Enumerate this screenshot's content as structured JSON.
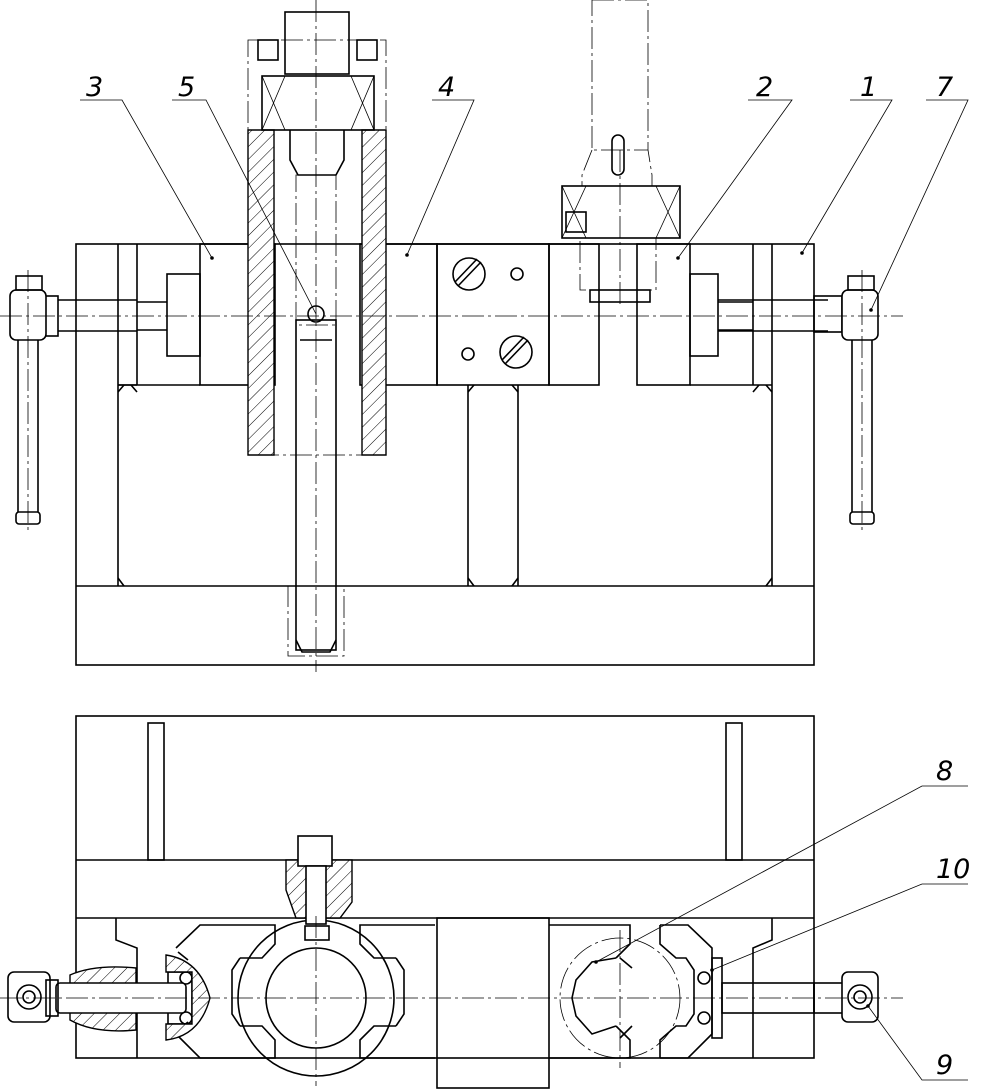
{
  "drawing": {
    "front_view": {
      "callouts": [
        {
          "id": "callout-3",
          "label": "3"
        },
        {
          "id": "callout-5",
          "label": "5"
        },
        {
          "id": "callout-4",
          "label": "4"
        },
        {
          "id": "callout-2",
          "label": "2"
        },
        {
          "id": "callout-1",
          "label": "1"
        },
        {
          "id": "callout-7",
          "label": "7"
        }
      ]
    },
    "top_view": {
      "callouts": [
        {
          "id": "callout-8",
          "label": "8"
        },
        {
          "id": "callout-10",
          "label": "10"
        },
        {
          "id": "callout-9",
          "label": "9"
        }
      ]
    }
  }
}
